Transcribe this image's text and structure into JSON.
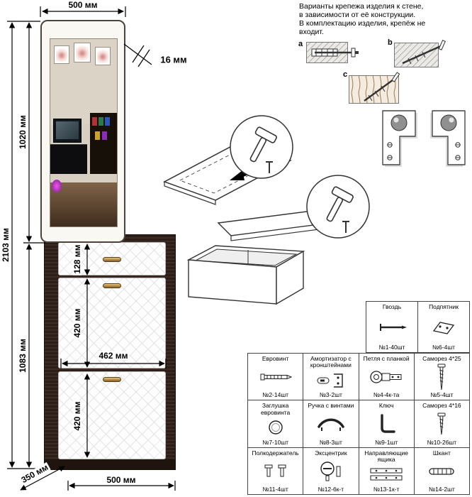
{
  "note": {
    "lines": [
      "Варианты крепежа изделия к стене,",
      "в зависимости от её конструкции.",
      "В комплектацию изделия, крепёж не",
      "входит."
    ]
  },
  "dims": {
    "top_width": "500 мм",
    "total_height": "2103 мм",
    "mirror_height": "1020 мм",
    "cabinet_height": "1083 мм",
    "panel_thickness": "16 мм",
    "drawer_height": "128 мм",
    "upper_door": "420 мм",
    "front_width": "462 мм",
    "lower_door": "420 мм",
    "depth": "350 мм",
    "bottom_width": "500 мм"
  },
  "fastener_labels": {
    "a": "a",
    "b": "b",
    "c": "c"
  },
  "parts_row1": [
    {
      "name": "Гвоздь",
      "count": "№1-40шт"
    },
    {
      "name": "Подпятник",
      "count": "№6-4шт"
    }
  ],
  "parts_row2": [
    {
      "name": "Евровинт",
      "count": "№2-14шт"
    },
    {
      "name": "Амортизатор с кронштейнами",
      "count": "№3-2шт"
    },
    {
      "name": "Петля с планкой",
      "count": "№4-4к-та"
    },
    {
      "name": "Саморез 4*25",
      "count": "№5-4шт"
    }
  ],
  "parts_row3": [
    {
      "name": "Заглушка евровинта",
      "count": "№7-10шт"
    },
    {
      "name": "Ручка с винтами",
      "count": "№8-3шт"
    },
    {
      "name": "Ключ",
      "count": "№9-1шт"
    },
    {
      "name": "Саморез 4*16",
      "count": "№10-26шт"
    }
  ],
  "parts_row4": [
    {
      "name": "Полкодержатель",
      "count": "№11-4шт"
    },
    {
      "name": "Эксцентрик",
      "count": "№12-6к-т"
    },
    {
      "name": "Направляющие ящика",
      "count": "№13-1к-т"
    },
    {
      "name": "Шкант",
      "count": "№14-2шт"
    }
  ]
}
